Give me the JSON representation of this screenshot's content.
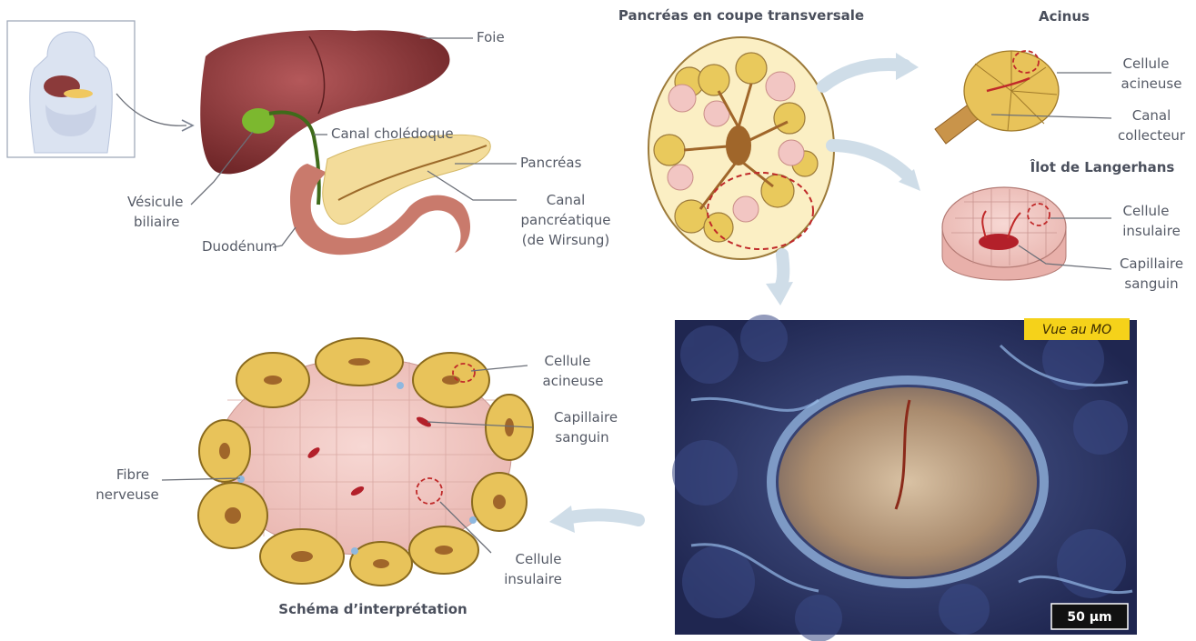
{
  "titles": {
    "section": "Pancréas en coupe transversale",
    "acinus": "Acinus",
    "islet": "Îlot de Langerhans",
    "schema": "Schéma d’interprétation"
  },
  "anatomy_labels": {
    "liver": "Foie",
    "bile_duct": "Canal cholédoque",
    "pancreas": "Pancréas",
    "duct_1": "Canal",
    "duct_2": "pancréatique",
    "duct_3": "(de Wirsung)",
    "gallbladder_1": "Vésicule",
    "gallbladder_2": "biliaire",
    "duodenum": "Duodénum"
  },
  "acinus_labels": {
    "cell_1": "Cellule",
    "cell_2": "acineuse",
    "duct_1": "Canal",
    "duct_2": "collecteur"
  },
  "islet_labels": {
    "cell_1": "Cellule",
    "cell_2": "insulaire",
    "cap_1": "Capillaire",
    "cap_2": "sanguin"
  },
  "schema_labels": {
    "acinar_1": "Cellule",
    "acinar_2": "acineuse",
    "cap_1": "Capillaire",
    "cap_2": "sanguin",
    "nerve_1": "Fibre",
    "nerve_2": "nerveuse",
    "islet_1": "Cellule",
    "islet_2": "insulaire"
  },
  "micrograph": {
    "tag": "Vue au MO",
    "scale": "50 µm"
  },
  "colors": {
    "liver": "#8b3a3a",
    "pancreas": "#f3dc9a",
    "acinus": "#e8c35a",
    "islet": "#f2c6c3",
    "capillary": "#b3202a",
    "micro_bg": "#2d3766"
  }
}
